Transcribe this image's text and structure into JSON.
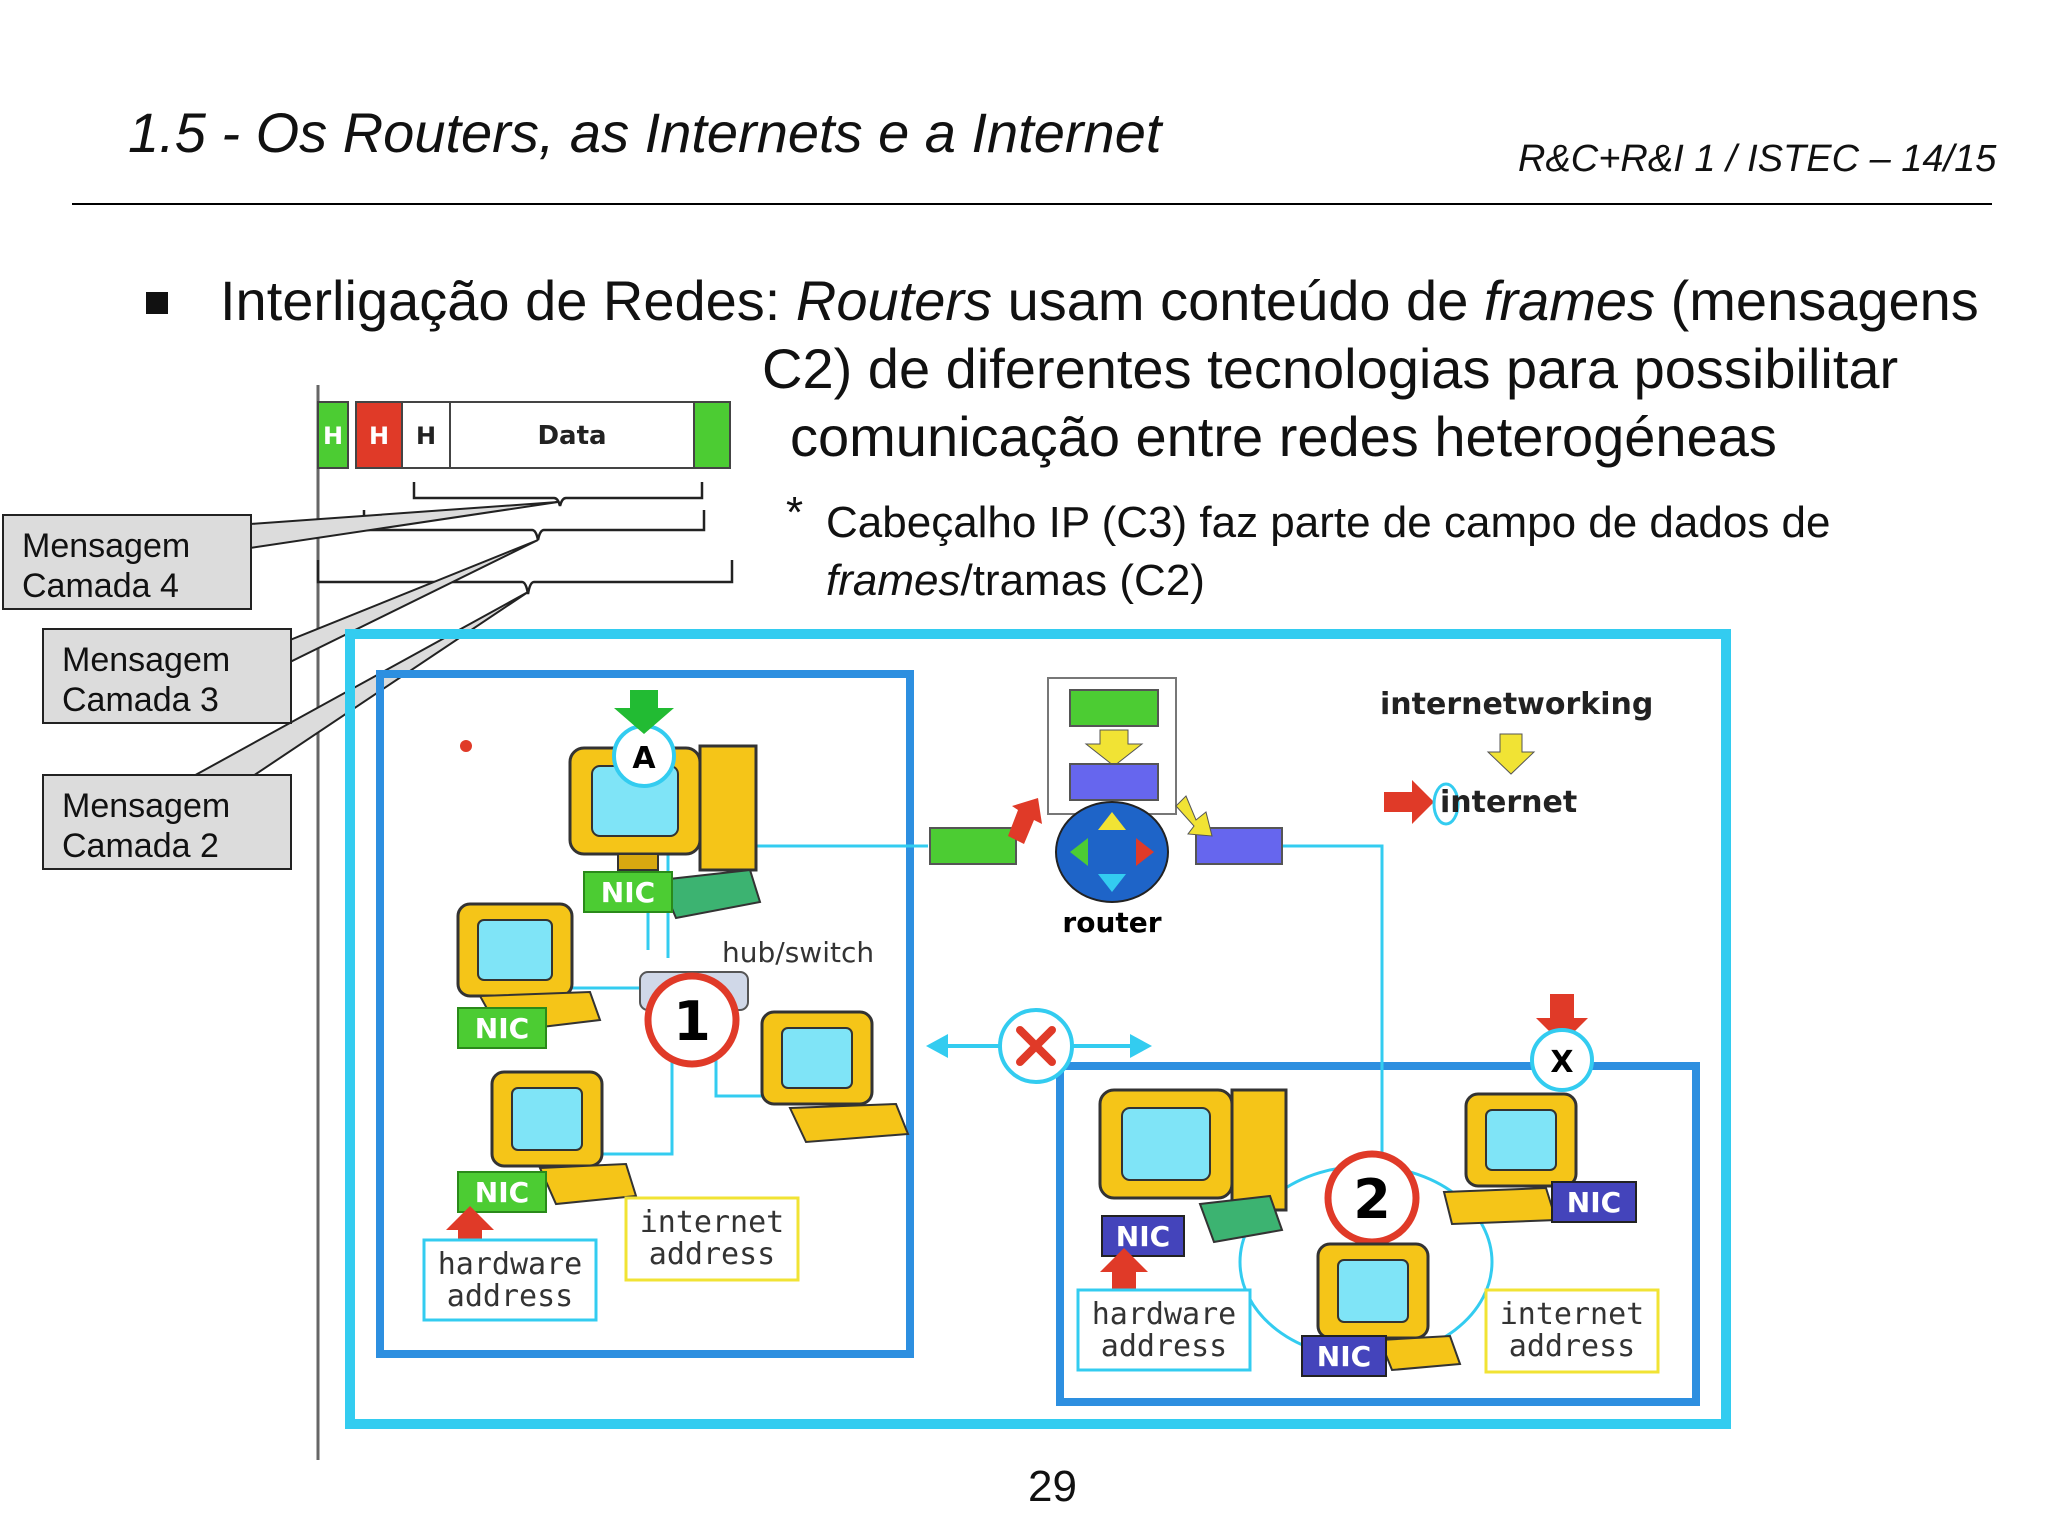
{
  "header": {
    "title": "1.5 - Os Routers, as Internets e a Internet",
    "course": "R&C+R&I 1 / ISTEC – 14/15"
  },
  "bullet": {
    "line1_a": "Interligação de Redes: ",
    "line1_b": "Routers",
    "line1_c": " usam conteúdo de ",
    "line1_d": "frames",
    "line1_e": " (mensagens",
    "line2": "C2)  de diferentes tecnologias para possibilitar",
    "line3": "comunicação entre redes heterogéneas"
  },
  "note": {
    "star": "*",
    "line1": "Cabeçalho IP (C3) faz parte de campo de dados de",
    "line2_a": "frames",
    "line2_b": "/tramas (C2)"
  },
  "frame": {
    "h1": "H",
    "h2": "H",
    "h3": "H",
    "data": "Data"
  },
  "callouts": {
    "c4_l1": "Mensagem",
    "c4_l2": "Camada 4",
    "c3_l1": "Mensagem",
    "c3_l2": "Camada 3",
    "c2_l1": "Mensagem",
    "c2_l2": "Camada 2"
  },
  "diagram": {
    "host_a": "A",
    "nic": "NIC",
    "hub": "hub/switch",
    "net1": "1",
    "net2": "2",
    "router": "router",
    "internetworking": "internetworking",
    "internet": "internet",
    "x_label": "X",
    "hw_l1": "hardware",
    "hw_l2": "address",
    "ia_l1": "internet",
    "ia_l2": "address"
  },
  "colors": {
    "outer_border": "#33ccf0",
    "net_border": "#2d8fe0",
    "nic_green": "#4ccc33",
    "nic_blue": "#4444bb",
    "header_red": "#e03a28",
    "monitor_yellow": "#f5c518"
  },
  "page_number": "29"
}
